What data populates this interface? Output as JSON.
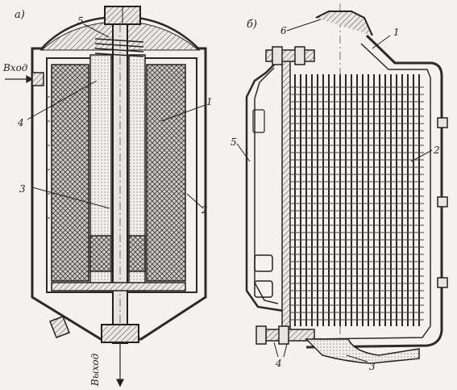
{
  "panels": [
    {
      "id": "a",
      "panel_label": "а)",
      "callouts": [
        "5",
        "4",
        "1",
        "3",
        "2"
      ],
      "flow_in": "Вход",
      "flow_out": "Выход"
    },
    {
      "id": "b",
      "panel_label": "б)",
      "callouts": [
        "6",
        "1",
        "5",
        "2",
        "4",
        "3"
      ]
    }
  ]
}
